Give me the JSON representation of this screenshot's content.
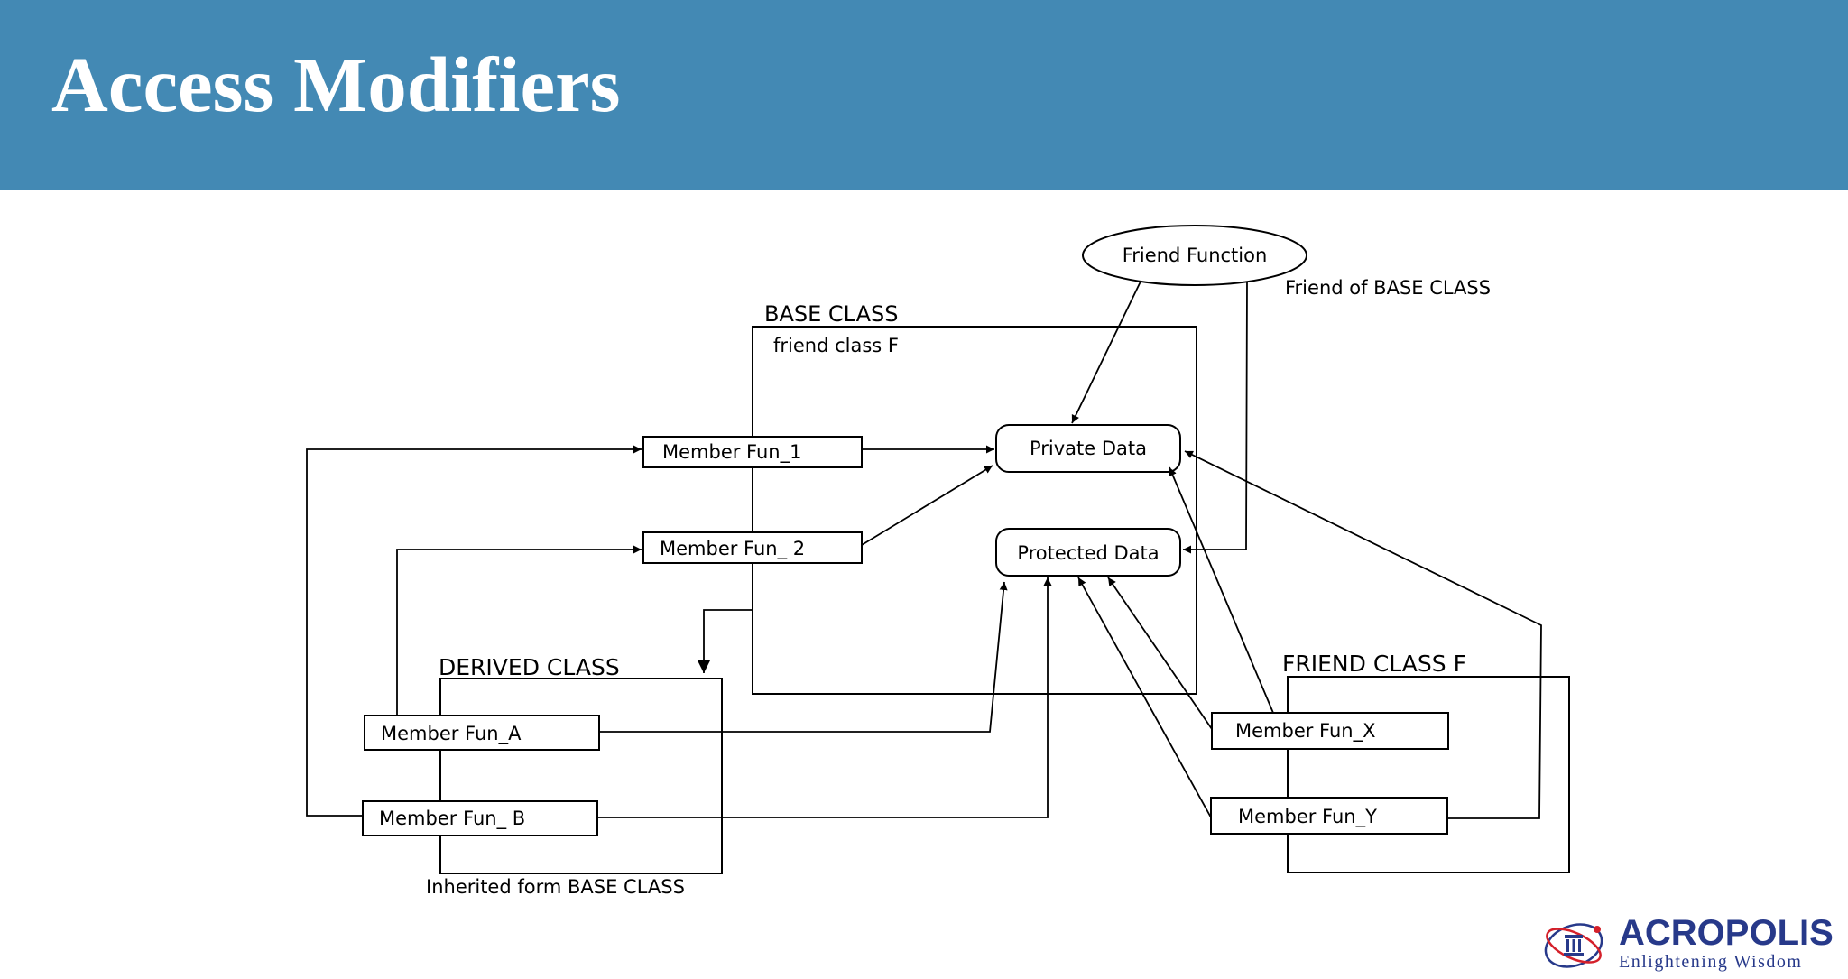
{
  "slide": {
    "title": "Access Modifiers"
  },
  "diagram": {
    "friend_function": "Friend Function",
    "friend_of_base": "Friend of BASE CLASS",
    "base_class": "BASE CLASS",
    "friend_class_f": "friend class F",
    "private_data": "Private Data",
    "protected_data": "Protected Data",
    "member_fun_1": "Member Fun_1",
    "member_fun_2": "Member Fun_ 2",
    "derived_class": "DERIVED CLASS",
    "member_fun_a": "Member Fun_A",
    "member_fun_b": "Member Fun_ B",
    "inherited_label": "Inherited form BASE CLASS",
    "friend_class_label": "FRIEND CLASS F",
    "member_fun_x": "Member Fun_X",
    "member_fun_y": "Member Fun_Y"
  },
  "logo": {
    "name": "ACROPOLIS",
    "tagline": "Enlightening Wisdom",
    "colors": {
      "primary": "#27398a",
      "accent": "#d4202a"
    }
  },
  "colors": {
    "header": "#4389b4",
    "title_text": "#ffffff",
    "diagram_lines": "#000000"
  }
}
